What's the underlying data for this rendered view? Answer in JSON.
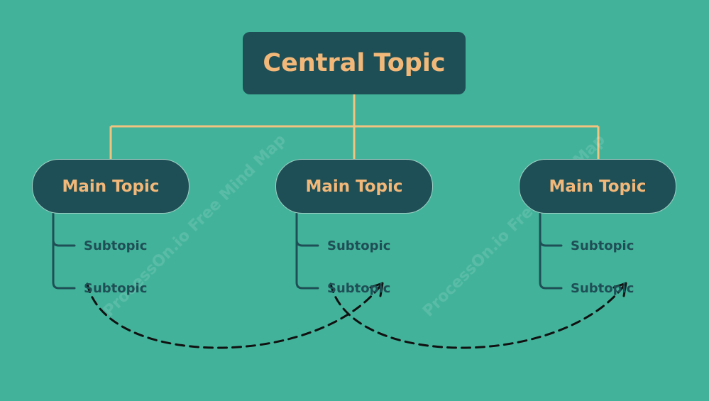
{
  "central_topic": {
    "label": "Central Topic"
  },
  "main_topics": [
    {
      "label": "Main Topic",
      "subtopics": [
        "Subtopic",
        "Subtopic"
      ]
    },
    {
      "label": "Main Topic",
      "subtopics": [
        "Subtopic",
        "Subtopic"
      ]
    },
    {
      "label": "Main Topic",
      "subtopics": [
        "Subtopic",
        "Subtopic"
      ]
    }
  ],
  "watermark": {
    "text": "ProcessOn.io Free Mind Map"
  },
  "colors": {
    "background": "#42b39a",
    "node_fill": "#1f4f56",
    "node_text": "#f2b879",
    "connector": "#f2c27f",
    "branch_line": "#1f4f56",
    "subtopic_text": "#1f4f56",
    "relationship_arrow": "#111111"
  }
}
